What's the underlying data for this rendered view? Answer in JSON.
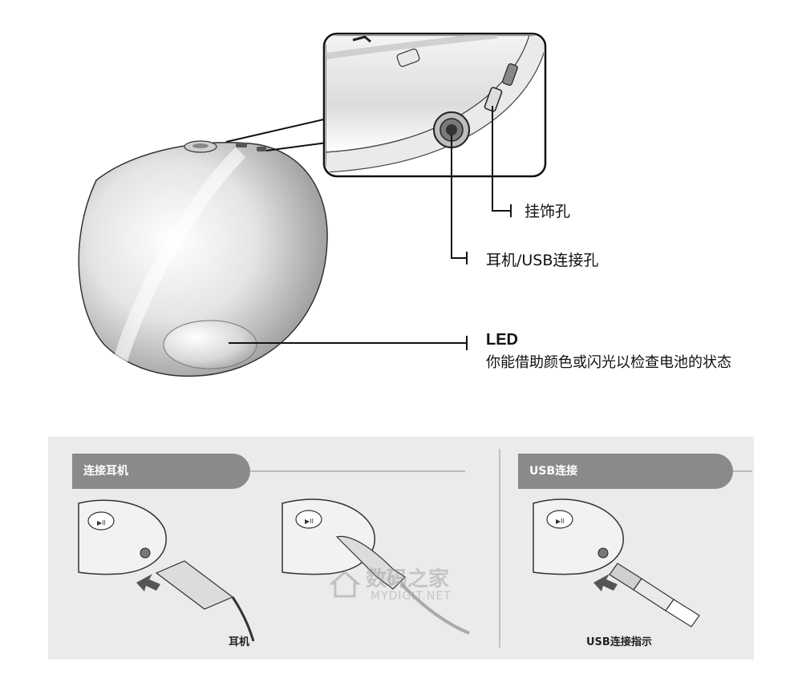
{
  "callouts": {
    "lanyard_hole": "挂饰孔",
    "earphone_usb_port": "耳机/USB连接孔",
    "led_title": "LED",
    "led_description": "你能借助颜色或闪光以检查电池的状态"
  },
  "steps": {
    "connect_earphones": {
      "title": "连接耳机",
      "caption": "耳机"
    },
    "usb_connection": {
      "title": "USB连接",
      "caption": "USB连接指示"
    }
  },
  "watermark": {
    "brand": "数码之家",
    "url": "MYDIGIT.NET"
  },
  "colors": {
    "pill": "#8a8a8a",
    "panel": "#ebebeb",
    "line": "#111111"
  }
}
